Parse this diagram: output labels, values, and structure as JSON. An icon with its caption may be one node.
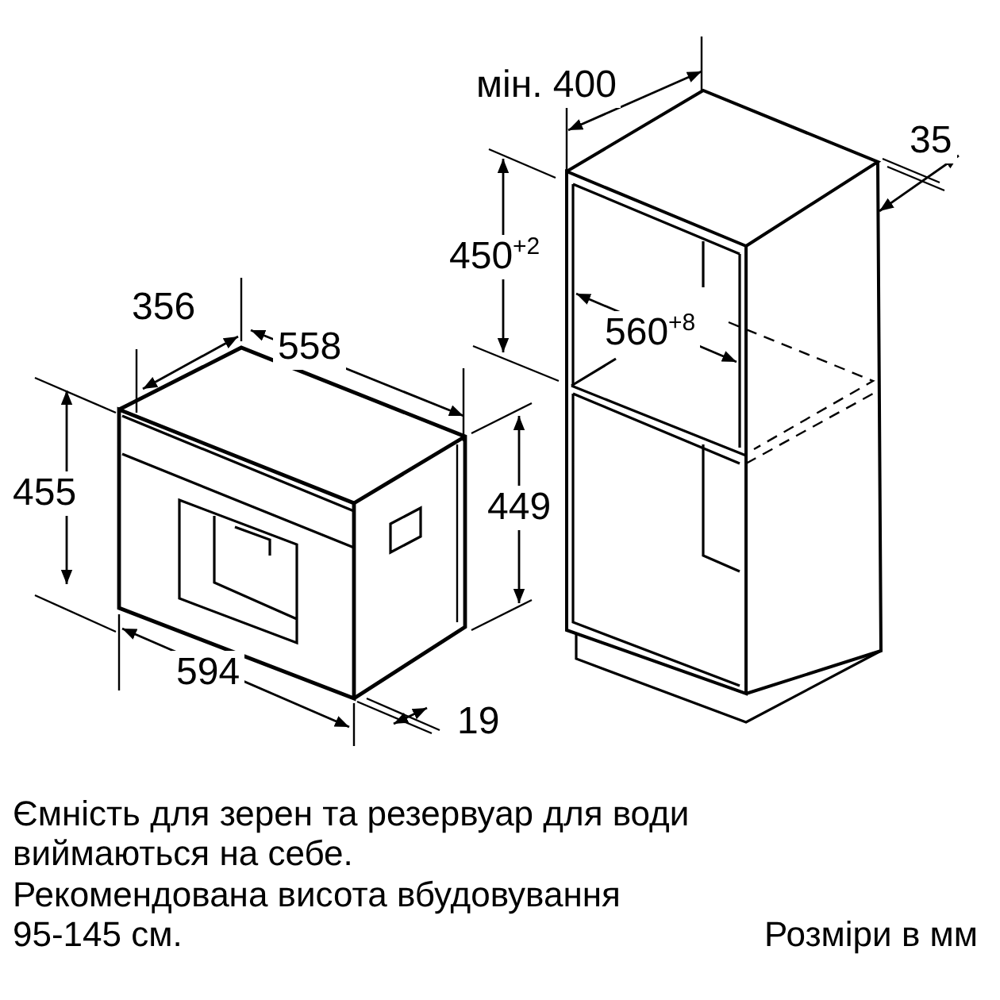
{
  "diagram": {
    "labels": [
      "мін. 400",
      "35",
      "450$^{+2}$",
      "356",
      "558",
      "560$^{+8}$",
      "455",
      "449",
      "594",
      "19",
      "Ємність для зерен та резервуар для води виймаються на себе.",
      "Рекомендована висота вбудовування 95-145 см.",
      "Розміри в мм"
    ]
  }
}
